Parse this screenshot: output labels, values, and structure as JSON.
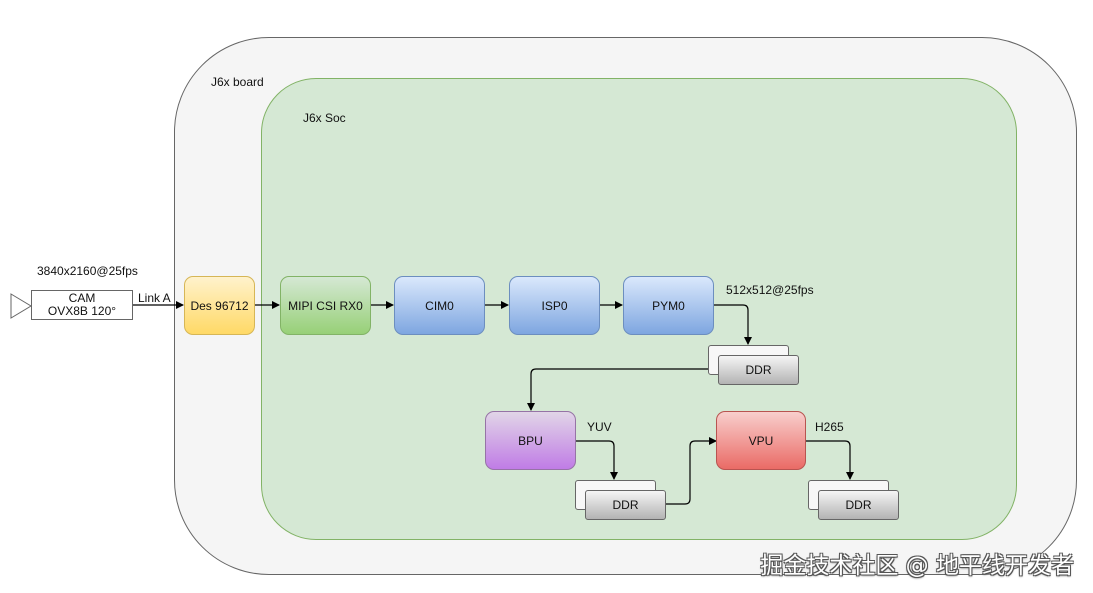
{
  "board": {
    "label": "J6x board"
  },
  "soc": {
    "label": "J6x Soc"
  },
  "camera": {
    "line1": "CAM",
    "line2": "OVX8B 120°",
    "resolution": "3840x2160@25fps",
    "link": "Link A"
  },
  "blocks": {
    "des": "Des 96712",
    "mipi": "MIPI CSI RX0",
    "cim": "CIM0",
    "isp": "ISP0",
    "pym": "PYM0",
    "bpu": "BPU",
    "vpu": "VPU"
  },
  "ddr_label": "DDR",
  "annotations": {
    "pym_output": "512x512@25fps",
    "bpu_output": "YUV",
    "vpu_output": "H265"
  },
  "colors": {
    "board_fill": "#f5f5f5",
    "soc_fill": "#d5e8d4",
    "block_blue": "#7ea6e0",
    "block_green": "#97d077",
    "block_yellow": "#ffd966",
    "block_purple": "#c07ce6",
    "block_red": "#ea6b66",
    "ddr_gray": "#b3b3b3"
  },
  "watermark": "掘金技术社区 @ 地平线开发者"
}
